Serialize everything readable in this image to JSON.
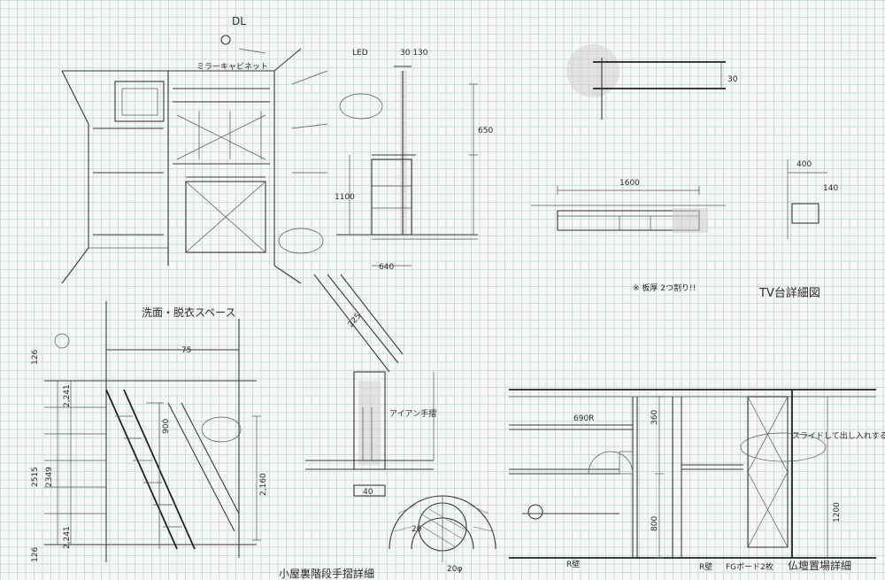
{
  "labels": {
    "dl": "DL",
    "mirror_cabinet": "ミラーキャビネット",
    "led": "LED",
    "dim_30_130": "30 130",
    "dim_650": "650",
    "dim_1100": "1100",
    "dim_640": "640",
    "washbasin_note": "洗面・脱衣スペース",
    "dim_2515": "2515",
    "dim_2349": "2349",
    "dim_2241_top": "2,241",
    "dim_2241_bottom": "2,241",
    "dim_126": "126",
    "dim_75": "75",
    "dim_900": "900",
    "dim_2160": "2,160",
    "dim_225": "225",
    "iron_handrail": "アイアン手摺",
    "dim_40": "40",
    "dim_20": "20",
    "dim_20b": "20φ",
    "handrail_title": "小屋裏階段手摺詳細",
    "tv_title": "TV台詳細図",
    "dim_1600": "1600",
    "dim_30": "30",
    "dim_400": "400",
    "dim_140": "140",
    "dim_690r": "690R",
    "dim_360": "360",
    "dim_800": "800",
    "dim_1200": "1200",
    "buddhist_title": "仏壇置場詳細",
    "r_wall": "R壁",
    "r_wall2": "R壁",
    "fg_board": "FGボード2枚",
    "slide_door": "スライドして出し入れする扉",
    "note_tv": "※ 板厚 2つ割り!!",
    "dim_126b": "126"
  }
}
